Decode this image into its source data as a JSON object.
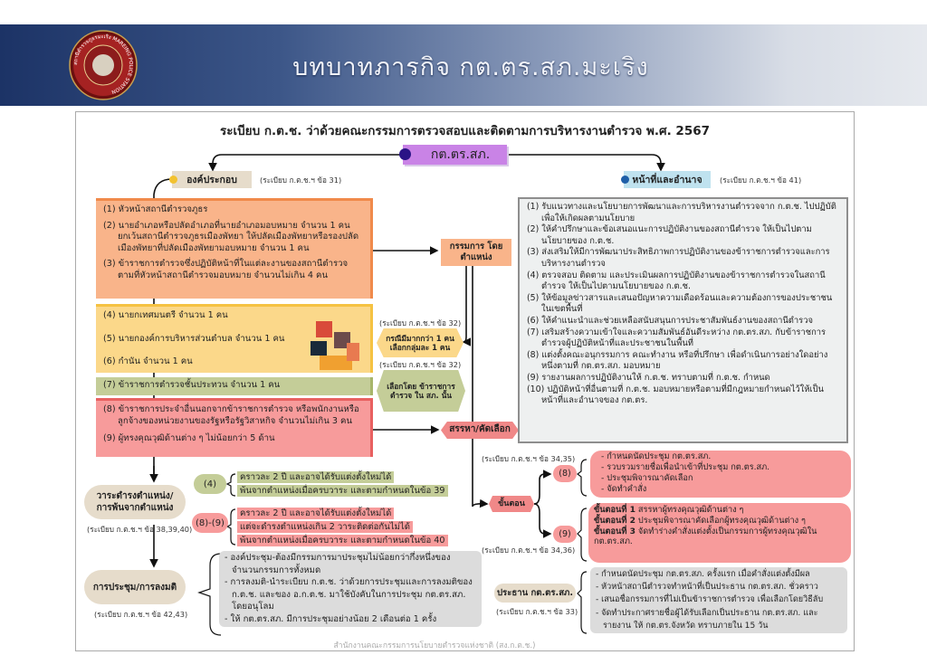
{
  "header": {
    "title": "บทบาทภารกิจ กต.ตร.สภ.มะเริง",
    "logo_text": "สถานีตำรวจภูธรมะเริง MAREING POLICE STATION"
  },
  "doc_title": "ระเบียบ ก.ต.ช. ว่าด้วยคณะกรรมการตรวจสอบและติดตามการบริหารงานตำรวจ พ.ศ. 2567",
  "root": "กต.ตร.สภ.",
  "composition": {
    "label": "องค์ประกอบ",
    "ref": "(ระเบียบ ก.ต.ช.ฯ ข้อ 31)",
    "orange": [
      "(1) หัวหน้าสถานีตำรวจภูธร",
      "(2) นายอำเภอหรือปลัดอำเภอที่นายอำเภอมอบหมาย จำนวน 1 คน ยกเว้นสถานีตำรวจภูธรเมืองพัทยา ให้ปลัดเมืองพัทยาหรือรองปลัดเมืองพัทยาที่ปลัดเมืองพัทยามอบหมาย จำนวน 1 คน",
      "(3) ข้าราชการตำรวจซึ่งปฏิบัติหน้าที่ในแต่ละงานของสถานีตำรวจตามที่หัวหน้าสถานีตำรวจมอบหมาย จำนวนไม่เกิน 4 คน"
    ],
    "yellow": [
      "(4) นายกเทศมนตรี จำนวน 1 คน",
      "(5) นายกองค์การบริหารส่วนตำบล จำนวน 1 คน",
      "(6) กำนัน จำนวน 1 คน"
    ],
    "green": [
      "(7) ข้าราชการตำรวจชั้นประทวน จำนวน 1 คน"
    ],
    "pink": [
      "(8) ข้าราชการประจำอื่นนอกจากข้าราชการตำรวจ หรือพนักงานหรือลูกจ้างของหน่วยงานของรัฐหรือรัฐวิสาหกิจ จำนวนไม่เกิน 3 คน",
      "(9) ผู้ทรงคุณวุฒิด้านต่าง ๆ ไม่น้อยกว่า 5 ด้าน"
    ]
  },
  "ex_officio": "กรรมการ โดยตำแหน่ง",
  "hex1": {
    "ref": "(ระเบียบ ก.ต.ช.ฯ ข้อ 32)",
    "text": "กรณีมีมากกว่า 1 คน เลือกกลุ่มละ 1 คน"
  },
  "hex2": {
    "ref": "(ระเบียบ ก.ต.ช.ฯ ข้อ 32)",
    "text": "เลือกโดย ข้าราชการตำรวจ ใน สภ. นั้น"
  },
  "recruit": "สรรหา/คัดเลือก",
  "duties": {
    "label": "หน้าที่และอำนาจ",
    "ref": "(ระเบียบ ก.ต.ช.ฯ ข้อ 41)",
    "items": [
      "(1) รับแนวทางและนโยบายการพัฒนาและการบริหารงานตำรวจจาก ก.ต.ช. ไปปฏิบัติเพื่อให้เกิดผลตามนโยบาย",
      "(2) ให้คำปรึกษาและข้อเสนอแนะการปฏิบัติงานของสถานีตำรวจ ให้เป็นไปตามนโยบายของ ก.ต.ช.",
      "(3) ส่งเสริมให้มีการพัฒนาประสิทธิภาพการปฏิบัติงานของข้าราชการตำรวจและการบริหารงานตำรวจ",
      "(4) ตรวจสอบ ติดตาม และประเมินผลการปฏิบัติงานของข้าราชการตำรวจในสถานีตำรวจ ให้เป็นไปตามนโยบายของ ก.ต.ช.",
      "(5) ให้ข้อมูลข่าวสารและเสนอปัญหาความเดือดร้อนและความต้องการของประชาชนในเขตพื้นที่",
      "(6) ให้คำแนะนำและช่วยเหลือสนับสนุนการประชาสัมพันธ์งานของสถานีตำรวจ",
      "(7) เสริมสร้างความเข้าใจและความสัมพันธ์อันดีระหว่าง กต.ตร.สภ. กับข้าราชการตำรวจผู้ปฏิบัติหน้าที่และประชาชนในพื้นที่",
      "(8) แต่งตั้งคณะอนุกรรมการ คณะทำงาน หรือที่ปรึกษา เพื่อดำเนินการอย่างใดอย่างหนึ่งตามที่ กต.ตร.สภ. มอบหมาย",
      "(9) รายงานผลการปฏิบัติงานให้ ก.ต.ช. ทราบตามที่ ก.ต.ช. กำหนด",
      "(10) ปฏิบัติหน้าที่อื่นตามที่ ก.ต.ช. มอบหมายหรือตามที่มีกฎหมายกำหนดไว้ให้เป็นหน้าที่และอำนาจของ กต.ตร."
    ]
  },
  "term": {
    "label": "วาระดำรงตำแหน่ง/ การพ้นจากตำแหน่ง",
    "ref": "(ระเบียบ ก.ต.ช.ฯ ข้อ 38,39,40)",
    "g4": {
      "tag": "(4)",
      "lines": [
        "คราวละ 2 ปี และอาจได้รับแต่งตั้งใหม่ได้",
        "พ้นจากตำแหน่งเมื่อครบวาระ และตามกำหนดในข้อ 39"
      ]
    },
    "g89": {
      "tag": "(8)-(9)",
      "lines": [
        "คราวละ 2 ปี และอาจได้รับแต่งตั้งใหม่ได้",
        "แต่จะดำรงตำแหน่งเกิน 2 วาระติดต่อกันไม่ได้",
        "พ้นจากตำแหน่งเมื่อครบวาระ และตามกำหนดในข้อ 40"
      ]
    }
  },
  "meeting": {
    "label": "การประชุม/การลงมติ",
    "ref": "(ระเบียบ ก.ต.ช.ฯ ข้อ 42,43)",
    "lines": [
      "- องค์ประชุม-ต้องมีกรรมการมาประชุมไม่น้อยกว่ากึ่งหนึ่งของจำนวนกรรมการทั้งหมด",
      "- การลงมติ-นำระเบียบ ก.ต.ช. ว่าด้วยการประชุมและการลงมติของ ก.ต.ช. และของ อ.ก.ต.ช. มาใช้บังคับในการประชุม กต.ตร.สภ. โดยอนุโลม",
      "- ให้ กต.ตร.สภ. มีการประชุมอย่างน้อย 2 เดือนต่อ 1 ครั้ง"
    ]
  },
  "steps": {
    "label": "ขั้นตอน",
    "s8": {
      "tag": "(8)",
      "ref": "(ระเบียบ ก.ต.ช.ฯ ข้อ 34,35)",
      "lines": [
        "- กำหนดนัดประชุม กต.ตร.สภ.",
        "- รวบรวมรายชื่อเพื่อนำเข้าที่ประชุม กต.ตร.สภ.",
        "- ประชุมพิจารณาคัดเลือก",
        "- จัดทำคำสั่ง"
      ]
    },
    "s9": {
      "tag": "(9)",
      "ref": "(ระเบียบ ก.ต.ช.ฯ ข้อ 34,36)",
      "lines": [
        {
          "b": "ขั้นตอนที่ 1",
          "t": " สรรหาผู้ทรงคุณวุฒิด้านต่าง ๆ"
        },
        {
          "b": "ขั้นตอนที่ 2",
          "t": " ประชุมพิจารณาคัดเลือกผู้ทรงคุณวุฒิด้านต่าง ๆ"
        },
        {
          "b": "ขั้นตอนที่ 3",
          "t": " จัดทำร่างคำสั่งแต่งตั้งเป็นกรรมการผู้ทรงคุณวุฒิใน กต.ตร.สภ."
        }
      ]
    }
  },
  "chair": {
    "label": "ประธาน กต.ตร.สภ.",
    "ref": "(ระเบียบ ก.ต.ช.ฯ ข้อ 33)",
    "lines": [
      "- กำหนดนัดประชุม กต.ตร.สภ. ครั้งแรก เมื่อคำสั่งแต่งตั้งมีผล",
      "- หัวหน้าสถานีตำรวจทำหน้าที่เป็นประธาน กต.ตร.สภ. ชั่วคราว",
      "- เสนอชื่อกรรมการที่ไม่เป็นข้าราชการตำรวจ เพื่อเลือกโดยวิธีลับ",
      "- จัดทำประกาศรายชื่อผู้ได้รับเลือกเป็นประธาน กต.ตร.สภ. และรายงาน ให้ กต.ตร.จังหวัด ทราบภายใน 15 วัน"
    ]
  },
  "footer": "สำนักงานคณะกรรมการนโยบายตำรวจแห่งชาติ (สง.ก.ต.ช.)",
  "colors": {
    "orange": "#f9b48a",
    "yellow": "#fbd88a",
    "green": "#c4cd98",
    "pink": "#f79b9b",
    "purple": "#c983e6",
    "beige": "#e6dccb",
    "blue": "#bfe2ef"
  }
}
